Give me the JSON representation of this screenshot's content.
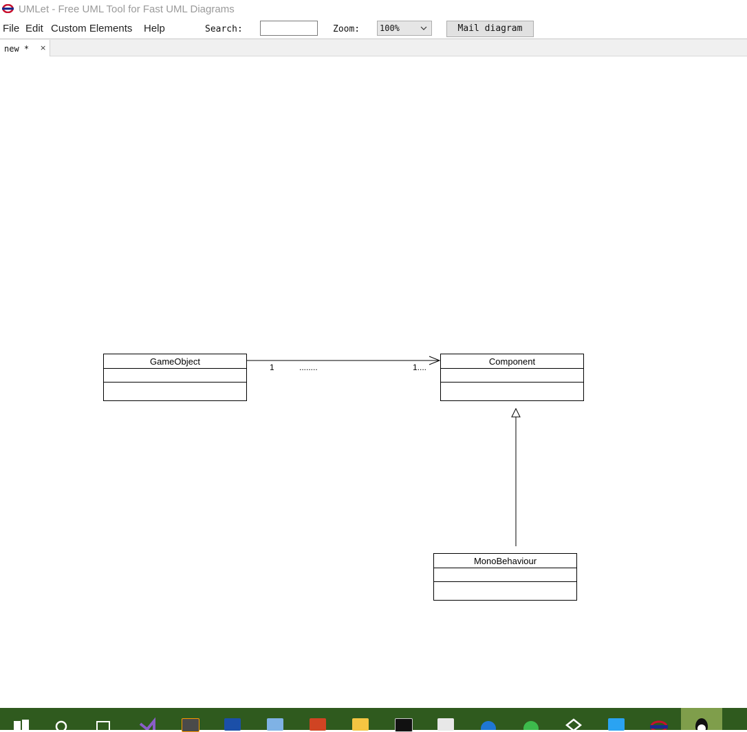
{
  "window": {
    "title": "UMLet - Free UML Tool for Fast UML Diagrams"
  },
  "menu": {
    "items": [
      "File",
      "Edit",
      "Custom Elements",
      "Help"
    ]
  },
  "toolbar": {
    "search_label": "Search:",
    "search_value": "",
    "zoom_label": "Zoom:",
    "zoom_value": "100%",
    "mail_button": "Mail diagram"
  },
  "tabs": [
    {
      "label": "new *",
      "close": "×"
    }
  ],
  "diagram": {
    "classes": [
      {
        "id": "gameobject",
        "name": "GameObject"
      },
      {
        "id": "component",
        "name": "Component"
      },
      {
        "id": "monobehaviour",
        "name": "MonoBehaviour"
      }
    ],
    "association": {
      "source_multiplicity": "1",
      "middle_label": "........",
      "target_multiplicity": "1...."
    }
  },
  "taskbar": {
    "icons": [
      "windows-start-icon",
      "search-icon",
      "task-view-icon",
      "visual-studio-icon",
      "sublime-text-icon",
      "dev-cpp-icon",
      "virtualbox-icon",
      "office-icon",
      "file-explorer-icon",
      "terminal-icon",
      "calculator-icon",
      "edge-icon",
      "browser-icon",
      "unity-icon",
      "wps-icon",
      "umlet-icon",
      "qq-icon"
    ]
  }
}
